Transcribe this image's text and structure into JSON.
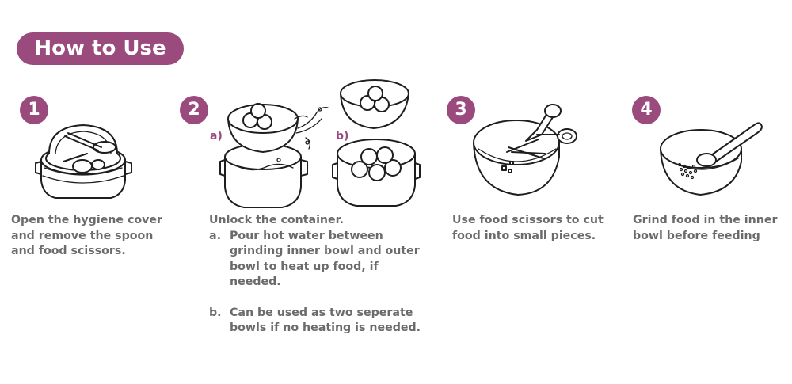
{
  "header": {
    "title": "How to Use"
  },
  "steps": [
    {
      "number": "1",
      "text_lines": [
        "Open the hygiene cover",
        "and remove the spoon",
        "and food scissors."
      ]
    },
    {
      "number": "2",
      "intro": "Unlock the container.",
      "label_a": "a)",
      "label_b": "b)",
      "items": [
        {
          "mark": "a.",
          "lines": [
            "Pour hot water between",
            "grinding inner bowl and outer",
            "bowl to heat up food, if",
            "needed."
          ]
        },
        {
          "mark": "b.",
          "lines": [
            "Can be used as two seperate",
            "bowls if no heating is needed."
          ]
        }
      ]
    },
    {
      "number": "3",
      "text_lines": [
        "Use food scissors to cut",
        "food into small pieces."
      ]
    },
    {
      "number": "4",
      "text_lines": [
        "Grind food in the inner",
        "bowl before feeding"
      ]
    }
  ],
  "colors": {
    "accent": "#9b4a7d",
    "body_text": "#6b6b6b",
    "line_art": "#1e1e1e"
  }
}
